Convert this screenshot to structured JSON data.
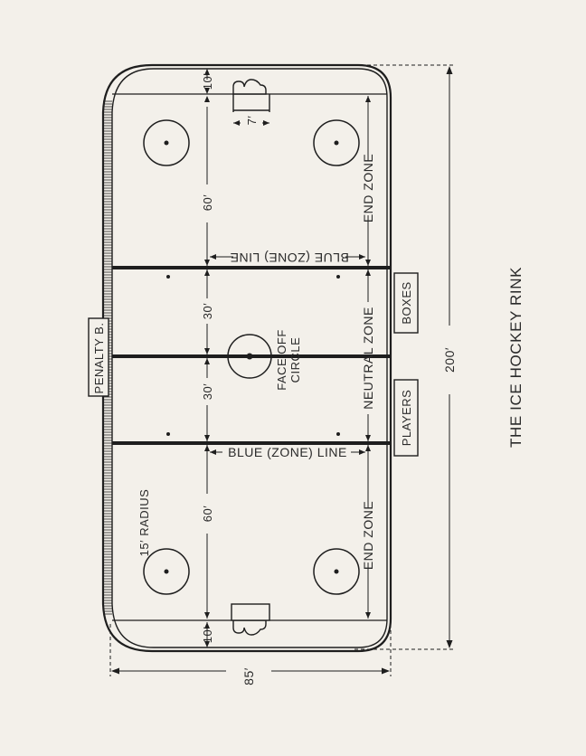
{
  "title": "THE ICE HOCKEY RINK",
  "zones": {
    "end_zone_top": "END ZONE",
    "end_zone_bottom": "END ZONE",
    "neutral_zone": "NEUTRAL ZONE"
  },
  "lines": {
    "blue_line_top": "BLUE (ZONE) LINE",
    "blue_line_bottom": "BLUE (ZONE) LINE"
  },
  "face_off": {
    "line1": "FACE OFF",
    "line2": "CIRCLE"
  },
  "radius_label": "15′ RADIUS",
  "boxes": {
    "penalty": "PENALTY B.",
    "players": "PLAYERS",
    "boxes": "BOXES"
  },
  "dimensions": {
    "goal_line_top": "10′",
    "goal_line_bottom": "10′",
    "goal_width": "7′",
    "end_top": "60′",
    "neutral_top": "30′",
    "neutral_bottom": "30′",
    "end_bottom": "60′",
    "length": "200′",
    "width": "85′"
  },
  "colors": {
    "line": "#1e1e1e",
    "paper": "#f3f0ea"
  }
}
